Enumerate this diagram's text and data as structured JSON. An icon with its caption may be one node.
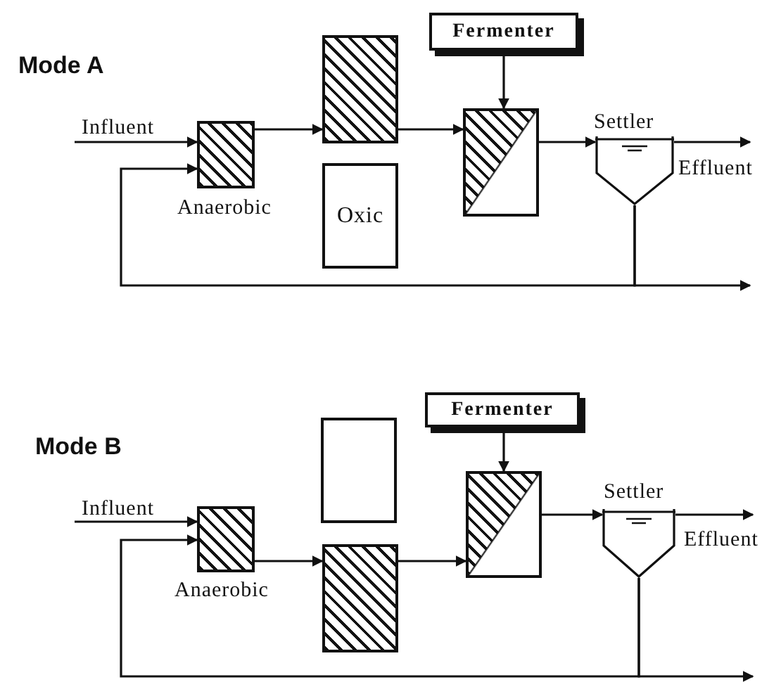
{
  "diagram": {
    "nodes": [
      {
        "text": [],
        "shape": "box",
        "beside": [
          "Anaerobic"
        ]
      },
      {
        "text": [],
        "shape": "box"
      },
      {
        "text": [
          "Oxic"
        ]
      },
      {
        "text": [
          "Fermenter"
        ]
      },
      {
        "text": [],
        "shape": "box"
      },
      {
        "text": [],
        "shape": "tank",
        "beside": [
          "Settler"
        ]
      },
      {
        "text": [],
        "shape": "box",
        "beside": [
          "Anaerobic"
        ]
      },
      {
        "text": [],
        "shape": "box"
      },
      {
        "text": [],
        "shape": "box"
      },
      {
        "text": [
          "Fermenter"
        ]
      },
      {
        "text": [],
        "shape": "box"
      },
      {
        "text": [],
        "shape": "tank",
        "beside": [
          "Settler"
        ]
      }
    ],
    "edges": [
      {
        "from": null,
        "to": 0,
        "arrow": "to",
        "label": "Influent"
      },
      {
        "from": 0,
        "to": 1,
        "arrow": "to"
      },
      {
        "from": 1,
        "to": 4,
        "arrow": "to"
      },
      {
        "from": 3,
        "to": 4,
        "arrow": "to"
      },
      {
        "from": 4,
        "to": 5,
        "arrow": "to"
      },
      {
        "from": 5,
        "to": null,
        "arrow": "to",
        "label": "Effluent"
      },
      {
        "from": 5,
        "to": null,
        "arrow": "to"
      },
      {
        "from": 5,
        "to": 0,
        "arrow": "to"
      },
      {
        "from": null,
        "to": 6,
        "arrow": "to",
        "label": "Influent"
      },
      {
        "from": 6,
        "to": 8,
        "arrow": "to"
      },
      {
        "from": 8,
        "to": 10,
        "arrow": "to"
      },
      {
        "from": 9,
        "to": 10,
        "arrow": "to"
      },
      {
        "from": 10,
        "to": 11,
        "arrow": "to"
      },
      {
        "from": 11,
        "to": null,
        "arrow": "to",
        "label": "Effluent"
      },
      {
        "from": 11,
        "to": null,
        "arrow": "to"
      },
      {
        "from": 11,
        "to": 6,
        "arrow": "to"
      }
    ],
    "labels": [
      "Mode A",
      "Mode B"
    ]
  }
}
